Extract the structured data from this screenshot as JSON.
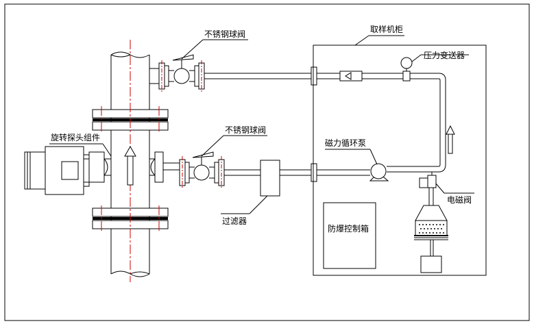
{
  "labels": {
    "ball_valve_top": "不锈钢球阀",
    "ball_valve_mid": "不锈钢球阀",
    "rotary_probe": "旋转探头组件",
    "filter": "过滤器",
    "sampling_cabinet": "取样机柜",
    "pressure_transmitter": "压力变送器",
    "magnetic_pump": "磁力循环泵",
    "solenoid_valve": "电磁阀",
    "explosion_proof_box": "防爆控制箱"
  },
  "colors": {
    "line": "#000000",
    "centerline": "#cc0000",
    "background": "#ffffff"
  }
}
